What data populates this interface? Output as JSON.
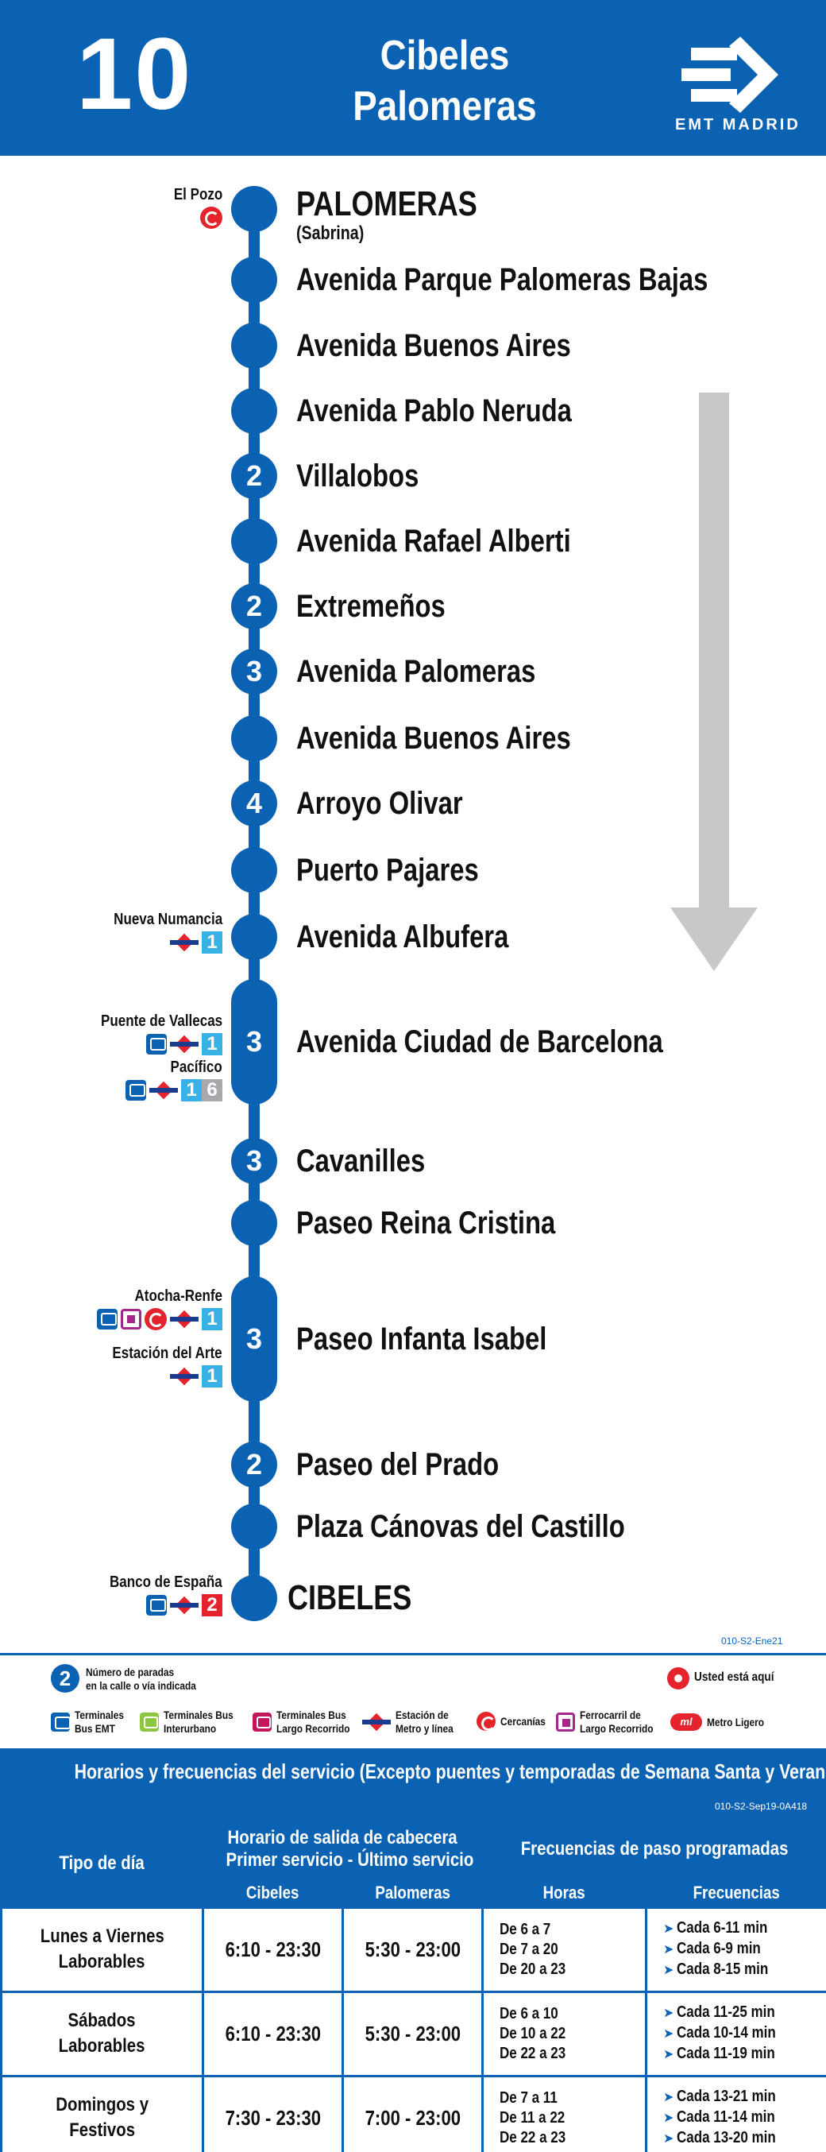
{
  "header": {
    "line_number": "10",
    "title_line1": "Cibeles",
    "title_line2": "Palomeras",
    "brand": "EMT MADRID"
  },
  "stops": [
    {
      "name": "PALOMERAS",
      "sub": "(Sabrina)",
      "count": "",
      "label": "El Pozo"
    },
    {
      "name": "Avenida Parque Palomeras Bajas",
      "count": ""
    },
    {
      "name": "Avenida Buenos Aires",
      "count": ""
    },
    {
      "name": "Avenida Pablo Neruda",
      "count": ""
    },
    {
      "name": "Villalobos",
      "count": "2"
    },
    {
      "name": "Avenida Rafael Alberti",
      "count": ""
    },
    {
      "name": "Extremeños",
      "count": "2"
    },
    {
      "name": "Avenida Palomeras",
      "count": "3"
    },
    {
      "name": "Avenida Buenos Aires",
      "count": ""
    },
    {
      "name": "Arroyo Olivar",
      "count": "4"
    },
    {
      "name": "Puerto Pajares",
      "count": ""
    },
    {
      "name": "Avenida Albufera",
      "count": "",
      "label": "Nueva Numancia",
      "line": "1"
    },
    {
      "name": "Avenida Ciudad de Barcelona",
      "count": "3",
      "label": "Puente de Vallecas",
      "line": "1",
      "label2": "Pacífico",
      "line2a": "1",
      "line2b": "6"
    },
    {
      "name": "Cavanilles",
      "count": "3"
    },
    {
      "name": "Paseo Reina Cristina",
      "count": ""
    },
    {
      "name": "Paseo Infanta Isabel",
      "count": "3",
      "label": "Atocha-Renfe",
      "line": "1",
      "label2": "Estación del Arte",
      "line2a": "1"
    },
    {
      "name": "Paseo del Prado",
      "count": "2"
    },
    {
      "name": "Plaza Cánovas del Castillo",
      "count": ""
    },
    {
      "name": "CIBELES",
      "count": "",
      "label": "Banco de España",
      "line": "2"
    }
  ],
  "codes": {
    "route_code": "010-S2-Ene21",
    "timetable_code": "010-S2-Sep19-0A418"
  },
  "legend": {
    "count_num": "2",
    "count_text_1": "Número de paradas",
    "count_text_2": "en la calle o vía indicada",
    "here": "Usted está aquí",
    "items": [
      {
        "l1": "Terminales",
        "l2": "Bus EMT",
        "icon": "bus-emt-icon"
      },
      {
        "l1": "Terminales Bus",
        "l2": "Interurbano",
        "icon": "bus-interurbano-icon"
      },
      {
        "l1": "Terminales Bus",
        "l2": "Largo Recorrido",
        "icon": "bus-largo-recorrido-icon"
      },
      {
        "l1": "Estación de",
        "l2": "Metro y línea",
        "icon": "metro-icon"
      },
      {
        "l1": "Cercanías",
        "l2": "",
        "icon": "cercanias-icon"
      },
      {
        "l1": "Ferrocarril de",
        "l2": "Largo Recorrido",
        "icon": "ferrocarril-icon"
      },
      {
        "l1": "Metro Ligero",
        "l2": "",
        "icon": "metro-ligero-icon"
      }
    ],
    "metro_ligero_mark": "ml"
  },
  "timetable": {
    "heading": "Horarios y frecuencias del servicio (Excepto puentes y temporadas de Semana Santa y Verano)",
    "col_day": "Tipo de día",
    "col_sched_1": "Horario de salida de cabecera",
    "col_sched_2": "Primer servicio - Último servicio",
    "col_freq": "Frecuencias de paso programadas",
    "sub_cibeles": "Cibeles",
    "sub_palomeras": "Palomeras",
    "sub_horas": "Horas",
    "sub_frecuencias": "Frecuencias",
    "rows": [
      {
        "day1": "Lunes a Viernes",
        "day2": "Laborables",
        "cibeles": "6:10 - 23:30",
        "palomeras": "5:30 - 23:00",
        "horas": [
          "De 6 a 7",
          "De 7 a 20",
          "De 20 a 23"
        ],
        "freqs": [
          "Cada 6-11 min",
          "Cada 6-9 min",
          "Cada 8-15 min"
        ]
      },
      {
        "day1": "Sábados",
        "day2": "Laborables",
        "cibeles": "6:10 - 23:30",
        "palomeras": "5:30 - 23:00",
        "horas": [
          "De 6 a 10",
          "De 10 a 22",
          "De 22 a 23"
        ],
        "freqs": [
          "Cada 11-25 min",
          "Cada 10-14 min",
          "Cada 11-19 min"
        ]
      },
      {
        "day1": "Domingos y",
        "day2": "Festivos",
        "cibeles": "7:30 - 23:30",
        "palomeras": "7:00 - 23:00",
        "horas": [
          "De 7 a 11",
          "De 11 a 22",
          "De 22 a 23"
        ],
        "freqs": [
          "Cada 13-21 min",
          "Cada 11-14 min",
          "Cada 13-20 min"
        ]
      }
    ]
  },
  "colors": {
    "brand_blue": "#0b62b3",
    "metro_red": "#e4232d",
    "line1_cyan": "#38b2e6",
    "line6_grey": "#a7a9ac",
    "arrow_grey": "#c8c8c8"
  }
}
